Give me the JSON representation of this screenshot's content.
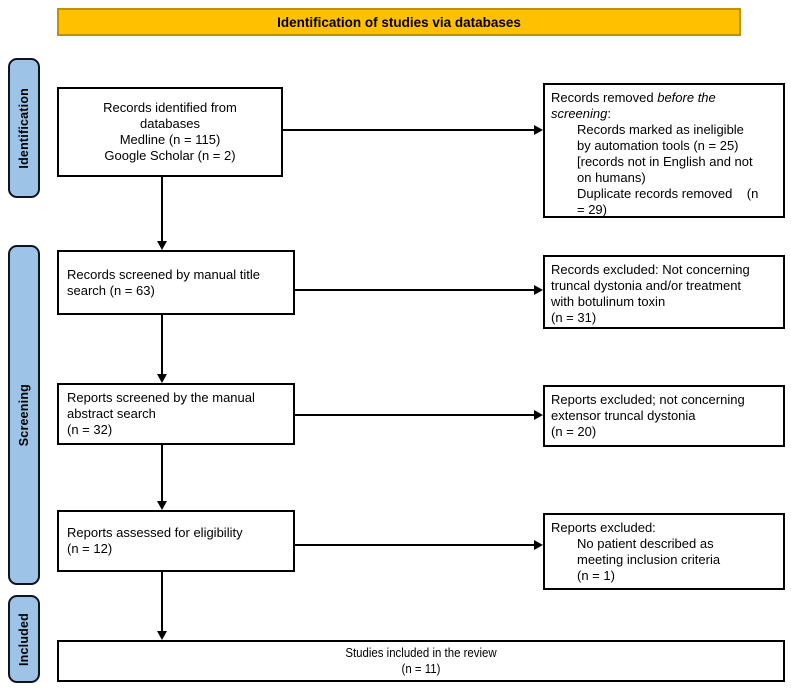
{
  "colors": {
    "gold": "#FFC000",
    "gold_border": "#BF9000",
    "blue": "#9DC3E6"
  },
  "header": {
    "title": "Identification of studies via databases"
  },
  "sidebar": {
    "identification": "Identification",
    "screening": "Screening",
    "included": "Included"
  },
  "flow": {
    "records_identified": "Records identified from\ndatabases\nMedline (n = 115)\nGoogle Scholar (n = 2)",
    "records_screened": "Records screened by manual title\nsearch (n = 63)",
    "reports_screened": "Reports screened by the manual\nabstract search\n(n = 32)",
    "reports_assessed": "Reports assessed for eligibility\n(n = 12)",
    "studies_included": "Studies included in the review\n(n = 11)"
  },
  "exclusions": {
    "removed_prefix": "Records removed ",
    "removed_italic": "before the\nscreening",
    "removed_colon": ":",
    "removed_details": "Records marked as ineligible\nby automation tools (n = 25)\n[records not in English and not\non humans)\nDuplicate records removed    (n\n= 29)",
    "records_excluded": "Records excluded: Not concerning\ntruncal dystonia and/or treatment\nwith botulinum toxin\n(n = 31)",
    "reports_excluded_abstract": "Reports excluded; not concerning\nextensor truncal dystonia\n(n = 20)",
    "reports_excluded_head": "Reports excluded:",
    "reports_excluded_details": "No patient described as\nmeeting inclusion criteria\n(n = 1)"
  }
}
